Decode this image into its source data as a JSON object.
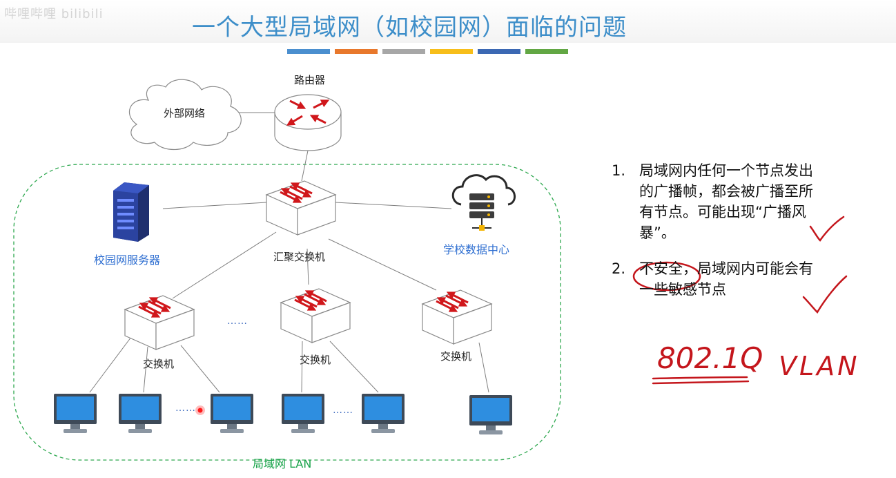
{
  "header": {
    "watermark": "哔哩哔哩 bilibili",
    "title": "一个大型局域网（如校园网）面临的问题",
    "bar_colors": [
      "#4b8fcf",
      "#e8782c",
      "#a7a7a7",
      "#f7be1a",
      "#3b68b3",
      "#62a744"
    ]
  },
  "diagram": {
    "router_label": "路由器",
    "cloud_label": "外部网络",
    "server_label": "校园网服务器",
    "datacenter_label": "学校数据中心",
    "agg_switch_label": "汇聚交换机",
    "access_switch_label": "交换机",
    "ellipsis": "……",
    "lan_label": "局域网 LAN",
    "colors": {
      "label_blue": "#2f6fd1",
      "lan_green": "#19a34a",
      "arrow_red": "#d0171b",
      "monitor_blue": "#2e8ee0"
    },
    "icons": [
      "cloud-icon",
      "router-icon",
      "switch-icon",
      "server-rack-icon",
      "cloud-database-icon",
      "monitor-icon"
    ]
  },
  "issues": [
    {
      "num": "1.",
      "text": "局域网内任何一个节点发出的广播帧，都会被广播至所有节点。可能出现“广播风暴”。"
    },
    {
      "num": "2.",
      "text": "不安全，局域网内可能会有一些敏感节点"
    }
  ],
  "annotations": {
    "standard": "802.1Q",
    "vlan": "VLAN"
  }
}
